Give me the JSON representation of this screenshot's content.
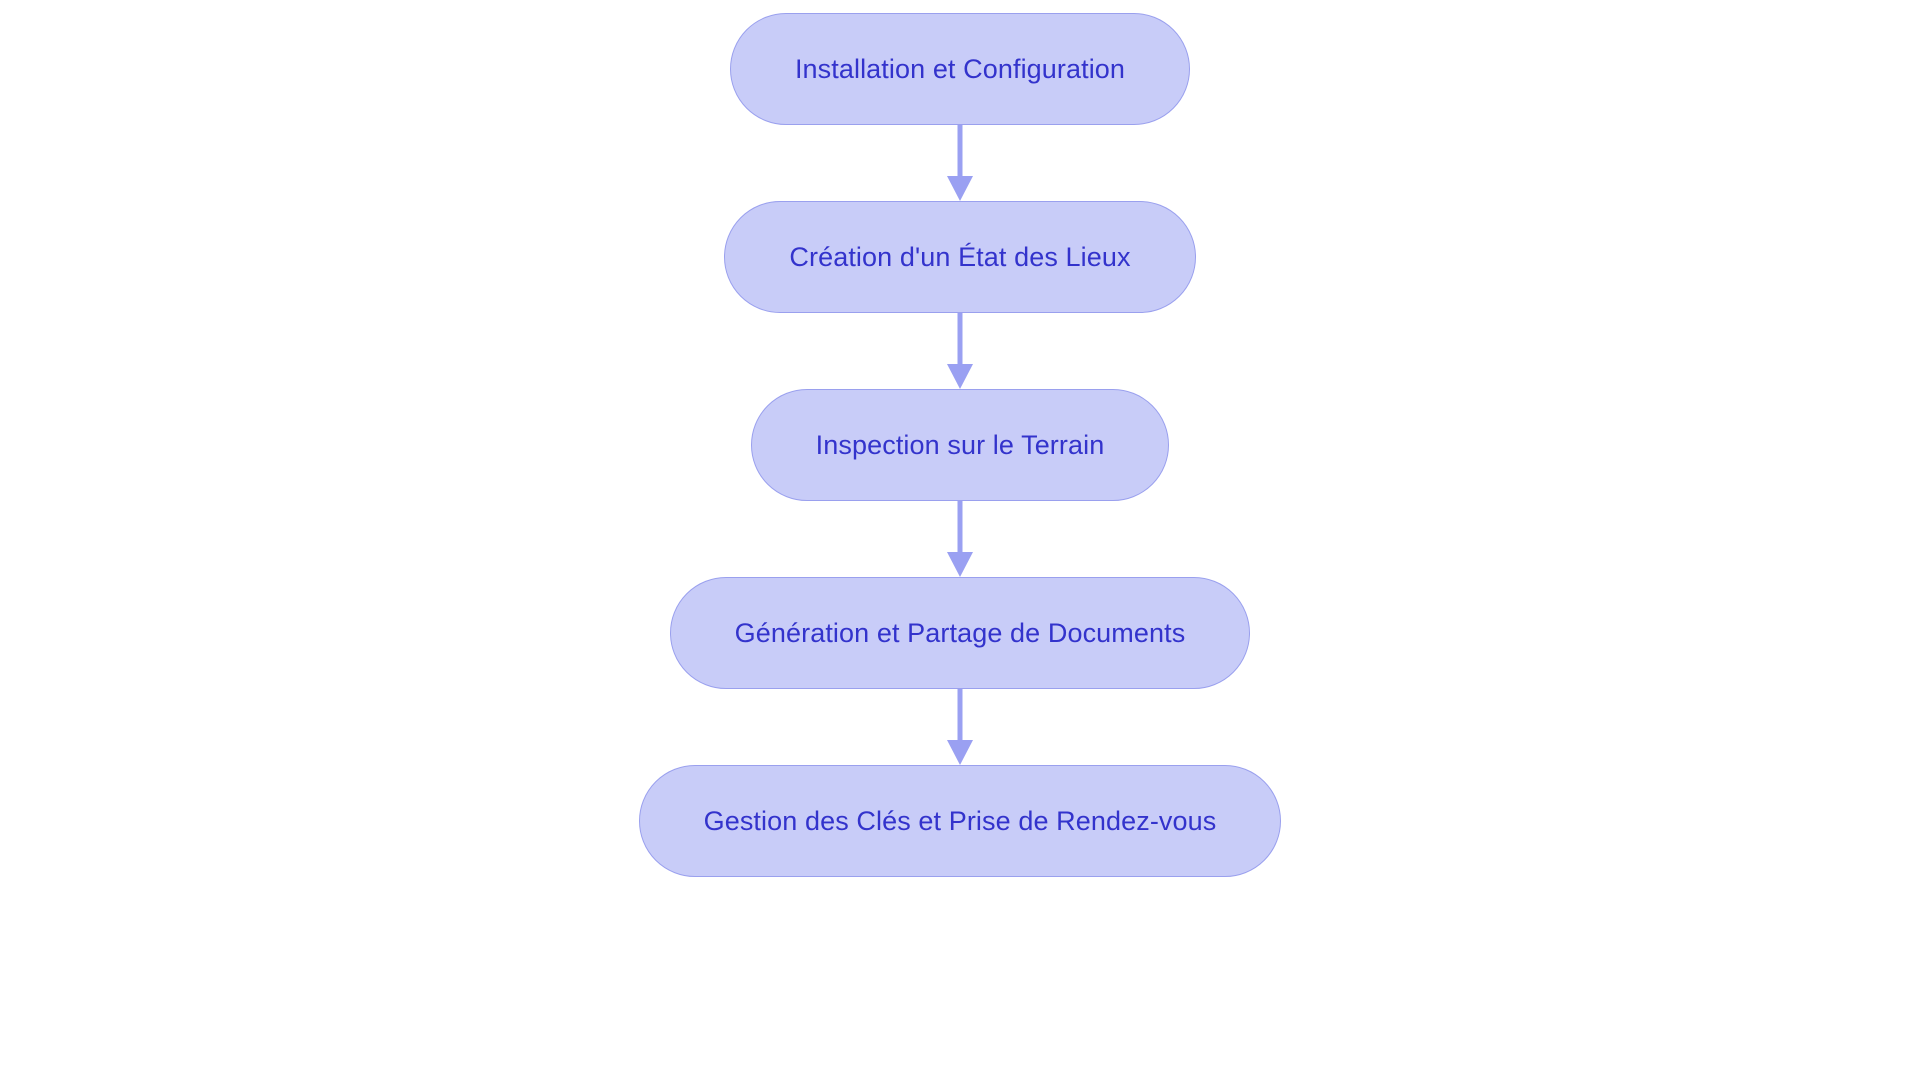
{
  "diagram": {
    "type": "flowchart",
    "direction": "top-to-bottom",
    "background_color": "#ffffff",
    "node_fill_color": "#C8CCF8",
    "node_border_color": "#9AA0EE",
    "node_text_color": "#3333CC",
    "connector_color": "#9AA0F2",
    "node_shape": "stadium",
    "nodes": [
      {
        "id": "n1",
        "label": "Installation et Configuration"
      },
      {
        "id": "n2",
        "label": "Création d'un État des Lieux"
      },
      {
        "id": "n3",
        "label": "Inspection sur le Terrain"
      },
      {
        "id": "n4",
        "label": "Génération et Partage de Documents"
      },
      {
        "id": "n5",
        "label": "Gestion des Clés et Prise de Rendez-vous"
      }
    ],
    "edges": [
      {
        "from": "n1",
        "to": "n2",
        "label": "",
        "arrow": "down"
      },
      {
        "from": "n2",
        "to": "n3",
        "label": "",
        "arrow": "down"
      },
      {
        "from": "n3",
        "to": "n4",
        "label": "",
        "arrow": "down"
      },
      {
        "from": "n4",
        "to": "n5",
        "label": "",
        "arrow": "down"
      }
    ]
  }
}
